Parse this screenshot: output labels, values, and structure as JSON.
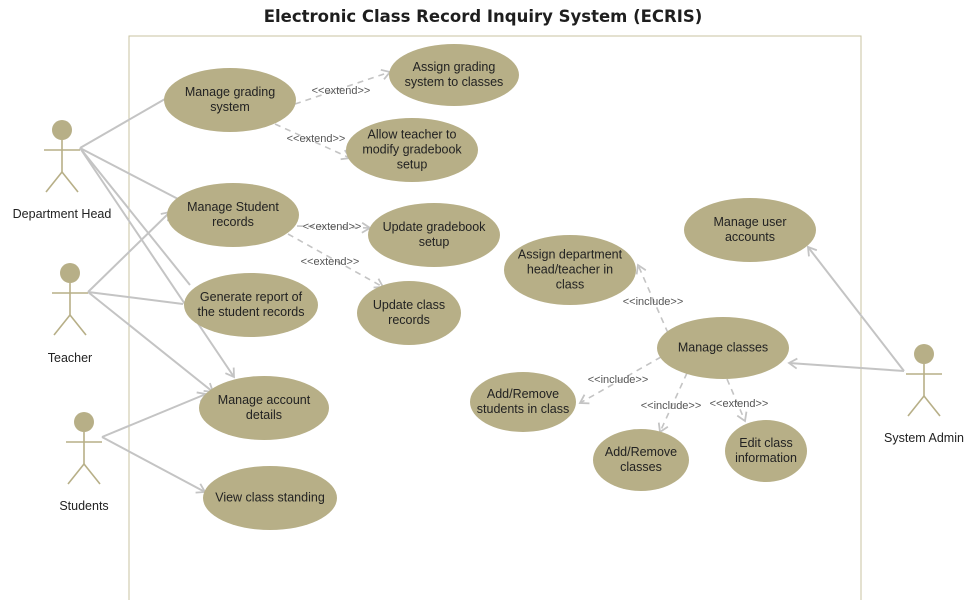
{
  "diagram": {
    "title": "Electronic Class Record Inquiry System (ECRIS)",
    "actors": [
      {
        "id": "dept_head",
        "label": "Department Head"
      },
      {
        "id": "teacher",
        "label": "Teacher"
      },
      {
        "id": "students",
        "label": "Students"
      },
      {
        "id": "sys_admin",
        "label": "System Admin"
      }
    ],
    "use_cases": [
      {
        "id": "grading",
        "lines": [
          "Manage grading",
          "system"
        ]
      },
      {
        "id": "assign_grading",
        "lines": [
          "Assign grading",
          "system to classes"
        ]
      },
      {
        "id": "allow_teacher",
        "lines": [
          "Allow teacher to",
          "modify gradebook",
          "setup"
        ]
      },
      {
        "id": "student_records",
        "lines": [
          "Manage Student",
          "records"
        ]
      },
      {
        "id": "update_gradebook",
        "lines": [
          "Update gradebook",
          "setup"
        ]
      },
      {
        "id": "update_class",
        "lines": [
          "Update class",
          "records"
        ]
      },
      {
        "id": "generate_report",
        "lines": [
          "Generate report of",
          "the student records"
        ]
      },
      {
        "id": "account_details",
        "lines": [
          "Manage account",
          "details"
        ]
      },
      {
        "id": "class_standing",
        "lines": [
          "View class standing"
        ]
      },
      {
        "id": "user_accounts",
        "lines": [
          "Manage user",
          "accounts"
        ]
      },
      {
        "id": "assign_dept",
        "lines": [
          "Assign department",
          "head/teacher in",
          "class"
        ]
      },
      {
        "id": "manage_classes",
        "lines": [
          "Manage classes"
        ]
      },
      {
        "id": "add_students",
        "lines": [
          "Add/Remove",
          "students in class"
        ]
      },
      {
        "id": "add_classes",
        "lines": [
          "Add/Remove",
          "classes"
        ]
      },
      {
        "id": "edit_class",
        "lines": [
          "Edit class",
          "information"
        ]
      }
    ],
    "associations": [
      {
        "actor": "dept_head",
        "use_case": "grading"
      },
      {
        "actor": "dept_head",
        "use_case": "student_records"
      },
      {
        "actor": "dept_head",
        "use_case": "generate_report"
      },
      {
        "actor": "dept_head",
        "use_case": "account_details"
      },
      {
        "actor": "teacher",
        "use_case": "student_records"
      },
      {
        "actor": "teacher",
        "use_case": "generate_report"
      },
      {
        "actor": "teacher",
        "use_case": "account_details"
      },
      {
        "actor": "students",
        "use_case": "account_details"
      },
      {
        "actor": "students",
        "use_case": "class_standing"
      },
      {
        "actor": "sys_admin",
        "use_case": "user_accounts"
      },
      {
        "actor": "sys_admin",
        "use_case": "manage_classes"
      }
    ],
    "relations": [
      {
        "from": "grading",
        "to": "assign_grading",
        "label": "<<extend>>"
      },
      {
        "from": "grading",
        "to": "allow_teacher",
        "label": "<<extend>>"
      },
      {
        "from": "student_records",
        "to": "update_gradebook",
        "label": "<<extend>>"
      },
      {
        "from": "student_records",
        "to": "update_class",
        "label": "<<extend>>"
      },
      {
        "from": "manage_classes",
        "to": "assign_dept",
        "label": "<<include>>"
      },
      {
        "from": "manage_classes",
        "to": "add_students",
        "label": "<<include>>"
      },
      {
        "from": "manage_classes",
        "to": "add_classes",
        "label": "<<include>>"
      },
      {
        "from": "manage_classes",
        "to": "edit_class",
        "label": "<<extend>>"
      }
    ]
  }
}
